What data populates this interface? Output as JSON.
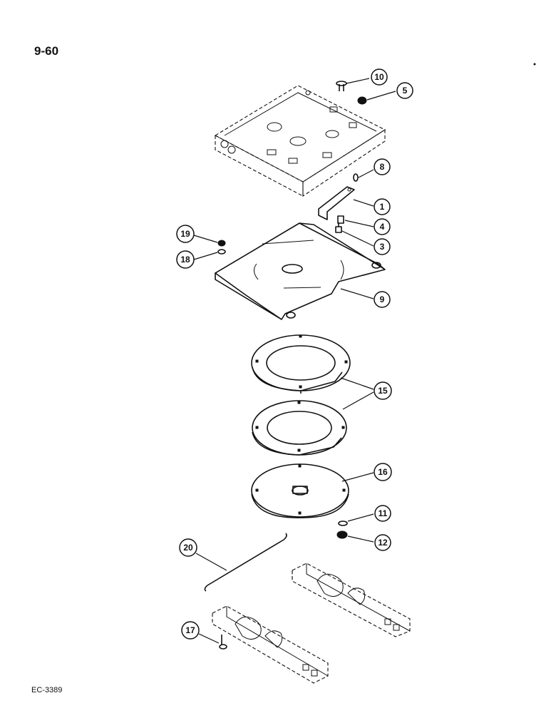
{
  "page_number": "9-60",
  "drawing_code": "EC-3389",
  "callouts": {
    "c10": "10",
    "c5": "5",
    "c8": "8",
    "c1": "1",
    "c4": "4",
    "c3": "3",
    "c19": "19",
    "c18": "18",
    "c9": "9",
    "c15": "15",
    "c16": "16",
    "c11": "11",
    "c12": "12",
    "c20": "20",
    "c17": "17"
  }
}
